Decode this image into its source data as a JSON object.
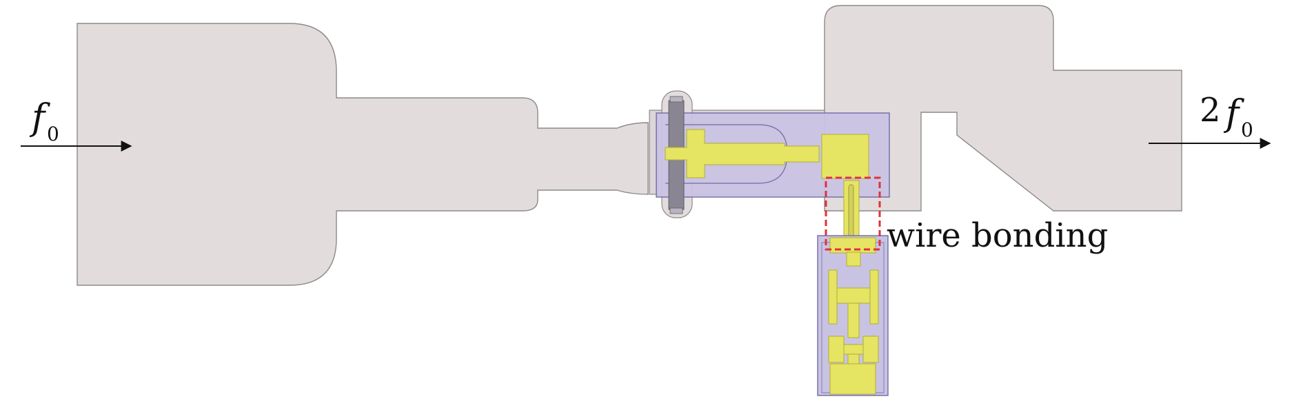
{
  "labels": {
    "input_f": "f",
    "input_sub": "0",
    "output_coef": "2",
    "output_f": "f",
    "output_sub": "0",
    "annotation": "wire bonding"
  },
  "colors": {
    "waveguide": "#e2dcdc",
    "waveguide_stroke": "#8e8a8a",
    "substrate": "#c9c3e3",
    "substrate_stroke": "#6f6aa5",
    "metal": "#e6e463",
    "metal_stroke": "#b0ae30",
    "highlight": "#e0313a",
    "arrow": "#111111",
    "bar": "#8a8592"
  }
}
